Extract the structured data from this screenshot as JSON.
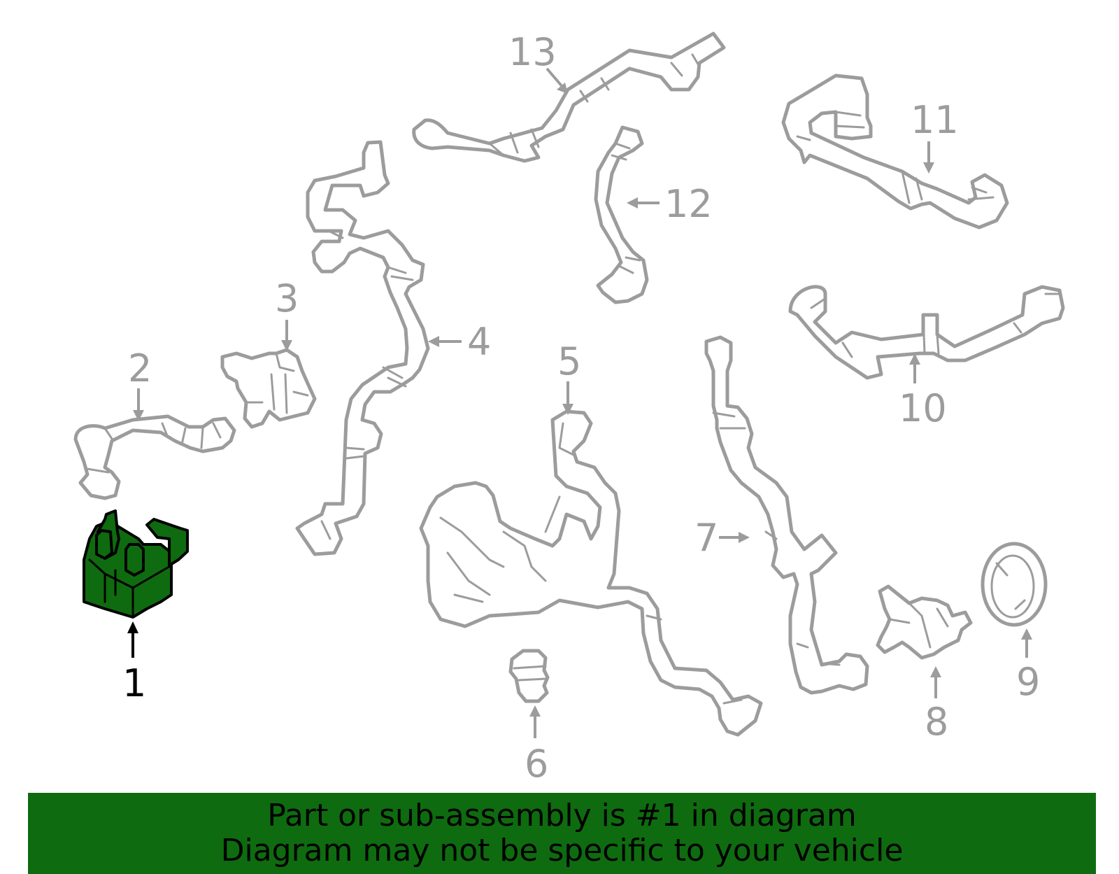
{
  "diagram": {
    "highlighted_part": "1",
    "highlight_color": "#0f6b0f",
    "part_color": "#9c9c9c",
    "callouts": [
      "1",
      "2",
      "3",
      "4",
      "5",
      "6",
      "7",
      "8",
      "9",
      "10",
      "11",
      "12",
      "13"
    ]
  },
  "banner": {
    "line1": "Part or sub-assembly is #1 in diagram",
    "line2": "Diagram may not be specific to your vehicle",
    "color": "#0f6b0f"
  }
}
